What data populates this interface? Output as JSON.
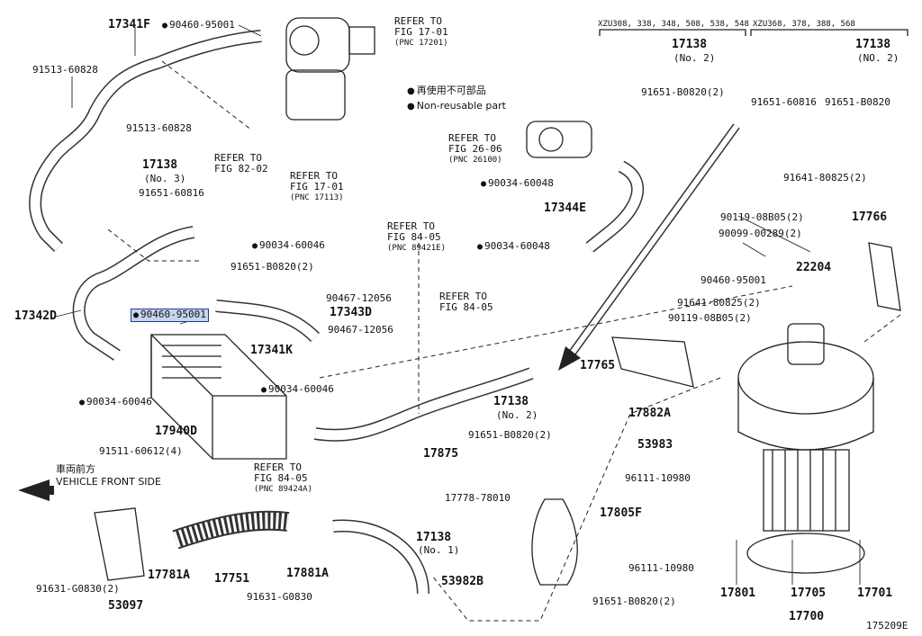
{
  "diagram_id": "175209E",
  "legend": {
    "jp": "再使用不可部品",
    "en": "Non-reusable part"
  },
  "direction": {
    "jp": "車両前方",
    "en": "VEHICLE FRONT SIDE"
  },
  "variants": {
    "left": "XZU308, 338, 348, 508, 538, 548",
    "right": "XZU368, 378, 388, 568"
  },
  "selected_part": "90460-95001",
  "parts": {
    "p17341F": "17341F",
    "p90460_a": "90460-95001",
    "p91513_a": "91513-60828",
    "p91513_b": "91513-60828",
    "p17138_3": "17138",
    "p17138_3n": "(No. 3)",
    "p91651_60816_a": "91651-60816",
    "p90034_60046_a": "90034-60046",
    "p91651_b0820_a": "91651-B0820(2)",
    "p17342D": "17342D",
    "p90460_sel": "90460-95001",
    "p17341K": "17341K",
    "p90034_60046_b": "90034-60046",
    "p90034_60046_c": "90034-60046",
    "p17940D": "17940D",
    "p91511": "91511-60612(4)",
    "p90034_60048_a": "90034-60048",
    "p17344E": "17344E",
    "p90034_60048_b": "90034-60048",
    "p90467_a": "90467-12056",
    "p17343D": "17343D",
    "p90467_b": "90467-12056",
    "p17138_2b": "17138",
    "p17138_2bn": "(No. 2)",
    "p91651_b0820_b": "91651-B0820(2)",
    "p17875": "17875",
    "p17778": "17778-78010",
    "p17138_1": "17138",
    "p17138_1n": "(No. 1)",
    "p17751": "17751",
    "p17881A": "17881A",
    "p91631_a": "91631-G0830(2)",
    "p53097": "53097",
    "p17781A": "17781A",
    "p91631_b": "91631-G0830",
    "p53982B": "53982B",
    "p17882A": "17882A",
    "p53983": "53983",
    "p96111_a": "96111-10980",
    "p17805F": "17805F",
    "p96111_b": "96111-10980",
    "p91651_b0820_c": "91651-B0820(2)",
    "p17765": "17765",
    "p90460_b": "90460-95001",
    "p91641_a": "91641-80825(2)",
    "p90119_a": "90119-08B05(2)",
    "p91641_b": "91641-80825(2)",
    "p90119_b": "90119-08B05(2)",
    "p90099": "90099-00289(2)",
    "p17766": "17766",
    "p22204": "22204",
    "p17801": "17801",
    "p17705": "17705",
    "p17701": "17701",
    "p17700": "17700",
    "v1_17138": "17138",
    "v1_no2": "(No. 2)",
    "v1_91651": "91651-B0820(2)",
    "v2_17138": "17138",
    "v2_no2": "(NO. 2)",
    "v2_91651a": "91651-60816",
    "v2_91651b": "91651-B0820"
  },
  "refs": {
    "r1": "REFER TO",
    "r1a": "FIG 17-01",
    "r1b": "(PNC 17201)",
    "r2": "REFER TO",
    "r2a": "FIG 82-02",
    "r3": "REFER TO",
    "r3a": "FIG 17-01",
    "r3b": "(PNC 17113)",
    "r4": "REFER TO",
    "r4a": "FIG 26-06",
    "r4b": "(PNC 26100)",
    "r5": "REFER TO",
    "r5a": "FIG 84-05",
    "r5b": "(PNC 89421E)",
    "r6": "REFER TO",
    "r6a": "FIG 84-05",
    "r7": "REFER TO",
    "r7a": "FIG 84-05",
    "r7b": "(PNC 89424A)"
  }
}
